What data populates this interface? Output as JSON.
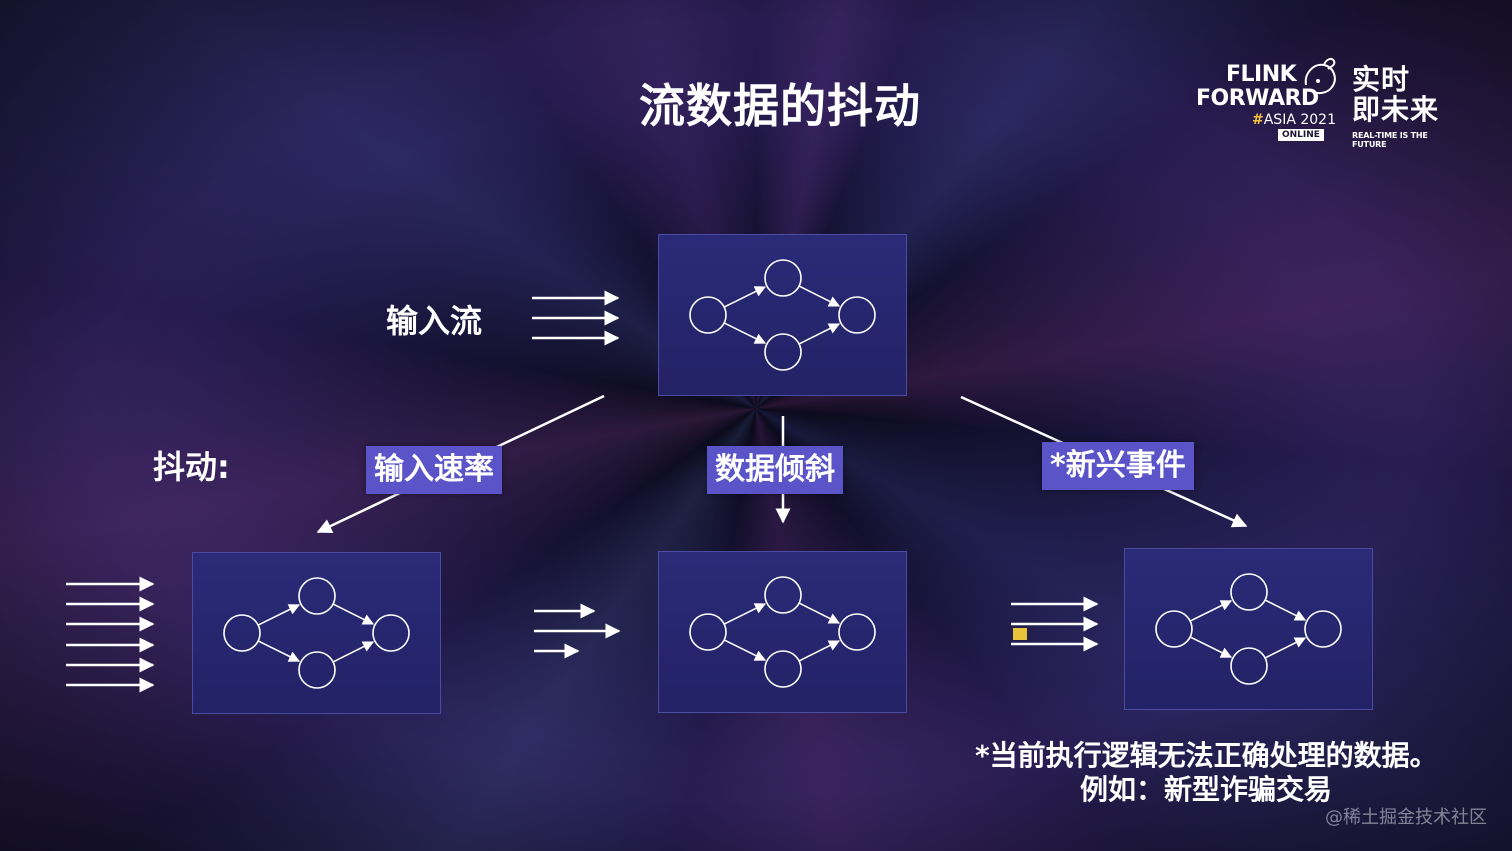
{
  "slide": {
    "title": "流数据的抖动",
    "input_stream_label": "输入流",
    "jitter_label": "抖动:",
    "tags": [
      "输入速率",
      "数据倾斜",
      "*新兴事件"
    ],
    "note": [
      "*当前执行逻辑无法正确处理的数据。",
      "例如：新型诈骗交易"
    ],
    "watermark": "@稀土掘金技术社区"
  },
  "logo": {
    "line1": "FLINK",
    "line2": "FORWARD",
    "hash": "#",
    "event": "ASIA 2021",
    "badge": "ONLINE",
    "cn_line1": "实时",
    "cn_line2": "即未来",
    "tagline": "REAL-TIME IS THE FUTURE"
  },
  "colors": {
    "box_fill": "#2a2a78",
    "tag_fill": "#5a54c8",
    "highlight": "#e8c23a",
    "line": "#ffffff"
  }
}
